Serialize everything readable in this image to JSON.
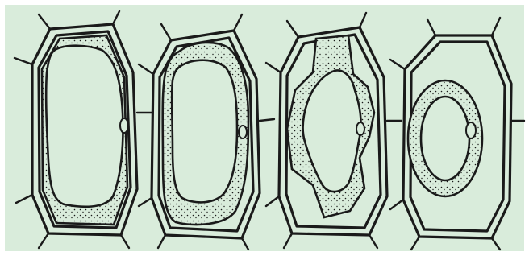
{
  "diagram": {
    "background": "#d9ecdb",
    "frame": "#ffffff",
    "stroke": "#1a1a1a",
    "cells": [
      {
        "stage": 1
      },
      {
        "stage": 2
      },
      {
        "stage": 3
      },
      {
        "stage": 4
      }
    ]
  }
}
